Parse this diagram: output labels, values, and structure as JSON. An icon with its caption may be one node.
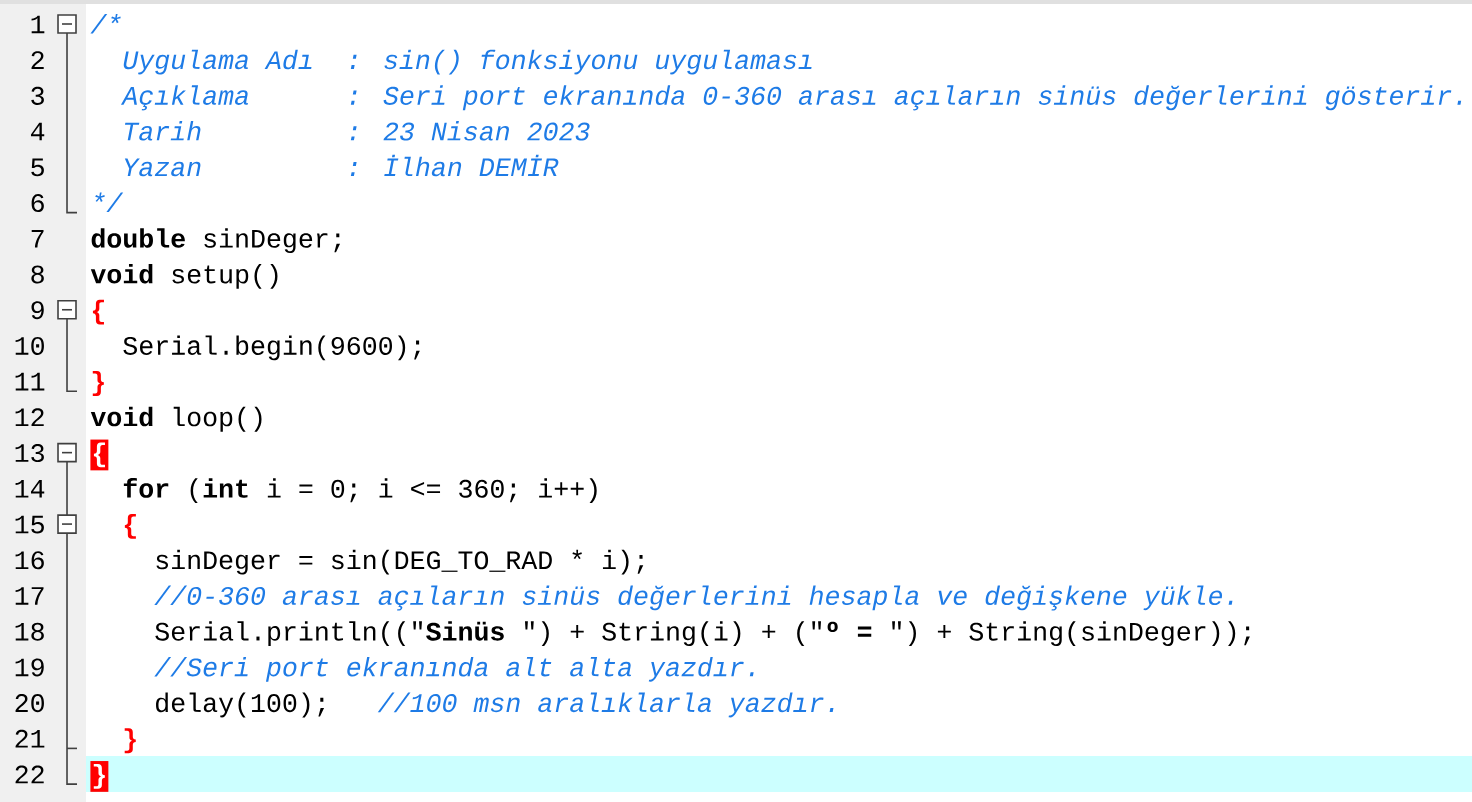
{
  "diagram": {
    "labels": [
      "1",
      "/*",
      "2",
      "Uygulama Adı",
      ": sin() fonksiyonu uygulaması",
      "3",
      "Açıklama",
      ": Seri port ekranında 0-360 arası açıların sinüs değerlerini gösterir.",
      "4",
      "Tarih",
      ": 23 Nisan 2023",
      "5",
      "Yazan",
      ": İlhan DEMİR",
      "6",
      "*/",
      "7",
      "**double** sinDeger;",
      "8",
      "**void** setup()",
      "9",
      "{",
      "10",
      "Serial.begin(9600);",
      "11",
      "}",
      "12",
      "**void** loop()",
      "13",
      "{",
      "14",
      "**for** (**int** i = 0; i <= 360; i++)",
      "15",
      "{",
      "16",
      "sinDeger = sin(DEG_TO_RAD * i);",
      "17",
      "//0-360 arası açıların sinüs değerlerini hesapla ve değişkene yükle.",
      "18",
      "Serial.println((\"**Sinüs** \") + String(i) + (\"**º =** \") + String(sinDeger));",
      "19",
      "//Seri port ekranında alt alta yazdır.",
      "20",
      "delay(100);",
      "//100 msn aralıklarla yazdır.",
      "21",
      "}",
      "22",
      "}"
    ]
  }
}
